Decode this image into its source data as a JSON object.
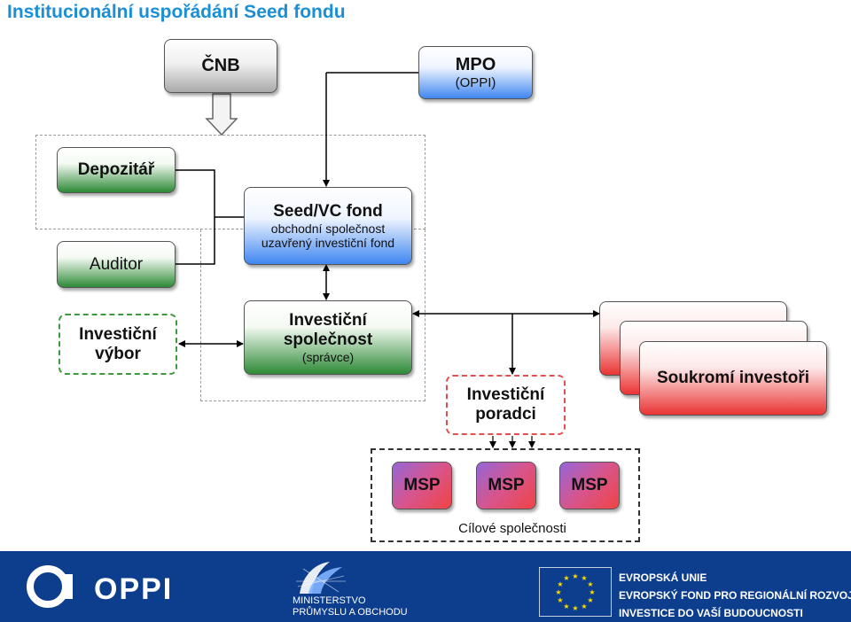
{
  "title": "Institucionální uspořádání Seed fondu",
  "boxes": {
    "cnb": "ČNB",
    "mpo_title": "MPO",
    "mpo_sub": "(OPPI)",
    "depozitar": "Depozitář",
    "auditor": "Auditor",
    "fund_title": "Seed/VC fond",
    "fund_line1": "obchodní společnost",
    "fund_line2": "uzavřený investiční fond",
    "committee_line1": "Investiční",
    "committee_line2": "výbor",
    "company_line1": "Investiční",
    "company_line2": "společnost",
    "company_sub": "(správce)",
    "advisors_line1": "Investiční",
    "advisors_line2": "poradci",
    "investors": "Soukromí investoři",
    "msp": [
      "MSP",
      "MSP",
      "MSP"
    ],
    "target_label": "Cílové společnosti"
  },
  "footer": {
    "oppi_logo": "OPPI",
    "ministry_line1": "MINISTERSTVO",
    "ministry_line2": "PRŮMYSLU A OBCHODU",
    "eu_line1": "EVROPSKÁ UNIE",
    "eu_line2": "EVROPSKÝ FOND PRO REGIONÁLNÍ ROZVOJ",
    "eu_line3": "INVESTICE DO VAŠÍ BUDOUCNOSTI"
  },
  "colors": {
    "title": "#1a8fd6",
    "footer_bg": "#0d3e8e",
    "green": "#2d8a36",
    "blue": "#3f86f0",
    "red": "#ea3434"
  }
}
